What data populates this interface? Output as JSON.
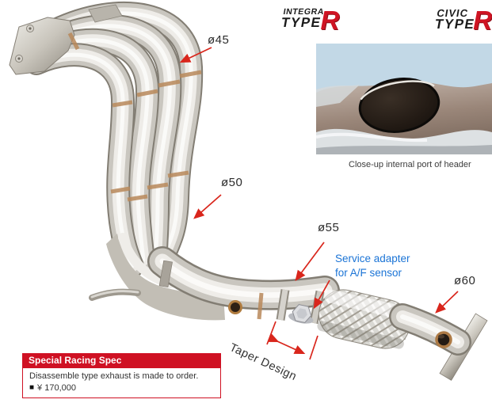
{
  "logos": [
    {
      "model": "INTEGRA",
      "type_text": "TYPE",
      "r_letter": "R"
    },
    {
      "model": "CIVIC",
      "type_text": "TYPE",
      "r_letter": "R"
    }
  ],
  "inset": {
    "caption": "Close-up internal port of header"
  },
  "annotations": {
    "dia45": "ø45",
    "dia50": "ø50",
    "dia55": "ø55",
    "dia60": "ø60",
    "service_adapter_line1": "Service adapter",
    "service_adapter_line2": "for A/F sensor",
    "taper": "Taper Design"
  },
  "spec_box": {
    "title": "Special Racing Spec",
    "line1": "Disassemble type exhaust is made to order.",
    "bullet": "■",
    "price": "¥ 170,000"
  },
  "colors": {
    "arrow_red": "#d9261c",
    "label_blue": "#1b74d6",
    "spec_red": "#cf1123",
    "logo_red": "#cf1423",
    "background": "#ffffff"
  }
}
